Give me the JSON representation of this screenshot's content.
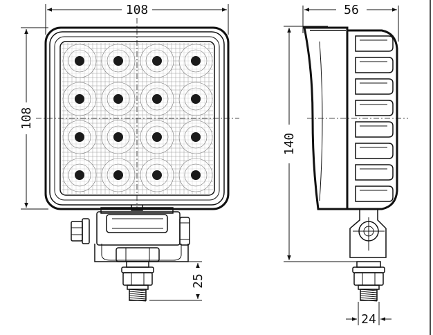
{
  "dimensions": {
    "front_width": "108",
    "front_height": "108",
    "side_depth": "56",
    "side_height": "140",
    "bolt_length": "25",
    "bolt_width": "24"
  },
  "led_grid": {
    "rows": 4,
    "cols": 4
  },
  "colors": {
    "line": "#111111",
    "lens_grid": "#9a9a9a",
    "background": "#ffffff"
  }
}
